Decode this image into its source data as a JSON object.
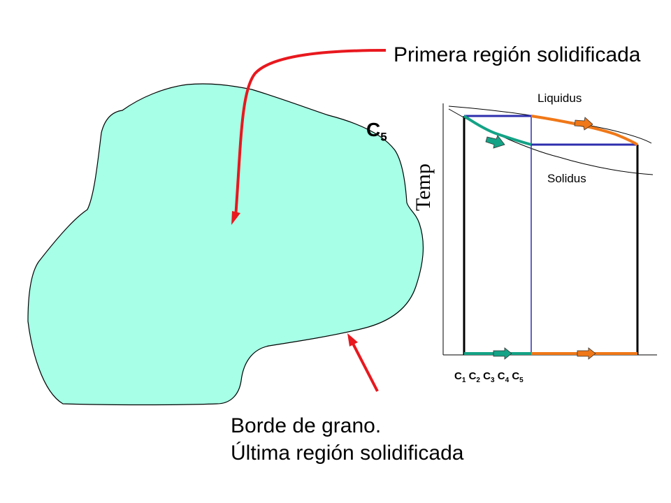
{
  "labels": {
    "first_region": "Primera región solidificada",
    "border_line1": "Borde de grano.",
    "border_line2": "Última región solidificada",
    "liquidus": "Liquidus",
    "solidus": "Solidus",
    "temp": "Temp",
    "c5_letter": "C",
    "c5_index": "5"
  },
  "compositions": [
    {
      "letter": "C",
      "index": "1"
    },
    {
      "letter": "C",
      "index": "2"
    },
    {
      "letter": "C",
      "index": "3"
    },
    {
      "letter": "C",
      "index": "4"
    },
    {
      "letter": "C",
      "index": "5"
    }
  ],
  "colors": {
    "grain_fill": "#a6ffe6",
    "arrow_red": "#e8181e",
    "teal": "#14a386",
    "orange": "#f07818",
    "blue": "#2e2eae",
    "outline": "#000000"
  }
}
